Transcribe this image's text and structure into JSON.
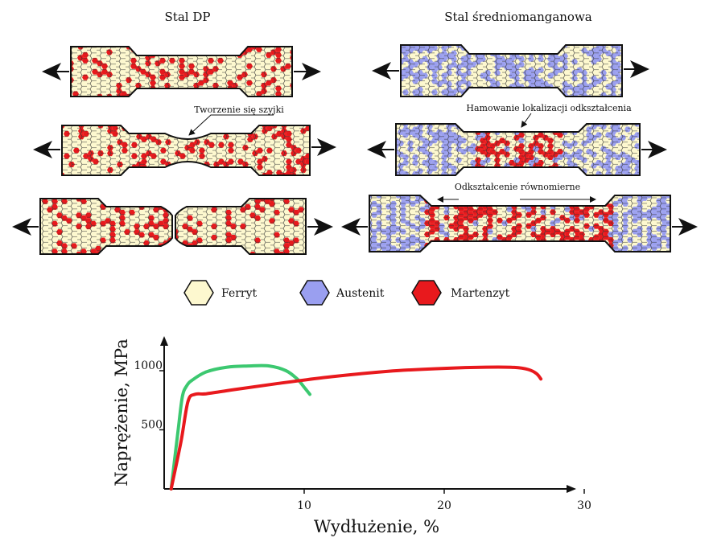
{
  "titles": {
    "dp": "Stal DP",
    "mn": "Stal średniomanganowa"
  },
  "annotations": {
    "necking": "Tworzenie się szyjki",
    "inhibition": "Hamowanie lokalizacji odkształcenia",
    "uniform": "Odkształcenie równomierne"
  },
  "legend": [
    {
      "label": "Ferryt",
      "color": "#fdf8cf"
    },
    {
      "label": "Austenit",
      "color": "#9a9ff0"
    },
    {
      "label": "Martenzyt",
      "color": "#e8191d"
    }
  ],
  "colors": {
    "ferrite": "#fdf8cf",
    "austenite": "#9a9ff0",
    "martensite": "#e8191d",
    "outline": "#111111"
  },
  "chart_data": {
    "type": "line",
    "xlabel": "Wydłużenie, %",
    "ylabel": "Naprężenie, MPa",
    "xlim": [
      0,
      30
    ],
    "ylim": [
      0,
      1200
    ],
    "xticks": [
      10,
      20,
      30
    ],
    "yticks": [
      500,
      1000
    ],
    "series": [
      {
        "color": "#3cc870",
        "x": [
          0.5,
          1.0,
          1.3,
          1.6,
          2.0,
          3.0,
          4.5,
          6.0,
          7.5,
          8.7,
          9.5,
          10.0,
          10.4
        ],
        "y": [
          0,
          500,
          780,
          870,
          920,
          990,
          1030,
          1040,
          1040,
          1000,
          930,
          860,
          800
        ]
      },
      {
        "color": "#e8191d",
        "x": [
          0.5,
          1.2,
          1.7,
          2.2,
          3.0,
          5.0,
          8.0,
          12.0,
          16.0,
          20.0,
          23.0,
          25.0,
          26.0,
          26.6,
          26.9
        ],
        "y": [
          0,
          400,
          740,
          800,
          805,
          840,
          890,
          950,
          995,
          1020,
          1030,
          1028,
          1010,
          975,
          930
        ]
      }
    ]
  }
}
